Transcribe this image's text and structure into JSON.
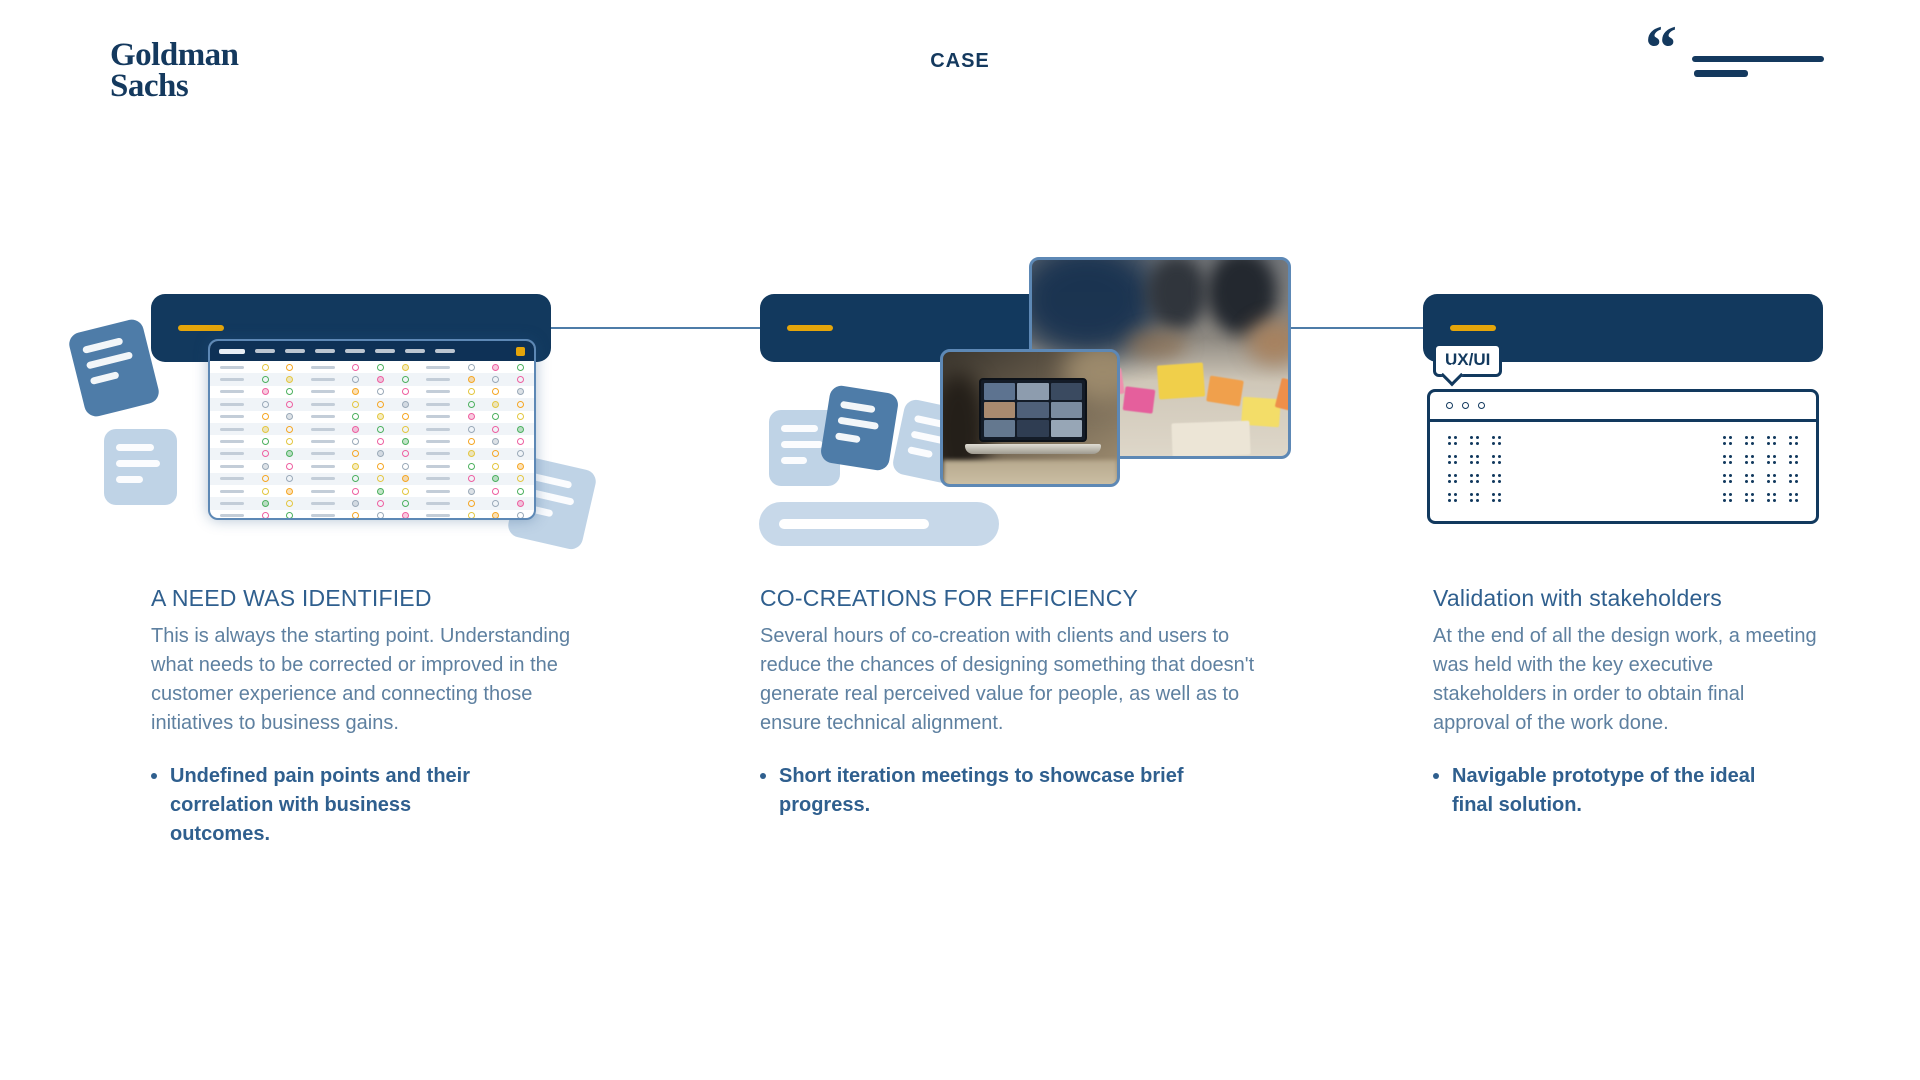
{
  "slide": {
    "title": "CASE"
  },
  "brand": {
    "line1": "Goldman",
    "line2": "Sachs"
  },
  "decor": {
    "quote_glyph": "“",
    "tag_label": "UX/UI"
  },
  "colors": {
    "navy": "#12395E",
    "steel_blue": "#4E7CA8",
    "light_blue": "#C7D8E9",
    "gold": "#E5A50A",
    "heading_blue": "#2F5F8E",
    "body_blue": "#5E80A0"
  },
  "steps": [
    {
      "heading": "A NEED WAS IDENTIFIED",
      "body": "This is always the starting point. Understanding what needs to be corrected or improved in the customer experience and connecting those initiatives to business gains.",
      "bullets": [
        "Undefined pain points and their correlation with business outcomes."
      ]
    },
    {
      "heading": "CO-CREATIONS FOR EFFICIENCY",
      "body": "Several hours of co-creation with clients and users to reduce the chances of designing something that doesn't generate real perceived value for people, as well as to ensure technical alignment.",
      "bullets": [
        "Short iteration meetings to showcase brief progress."
      ]
    },
    {
      "heading": "Validation with stakeholders",
      "body": "At the end of all the design work, a meeting was held with the key executive stakeholders in order to obtain final approval of the work done.",
      "bullets": [
        "Navigable prototype of the ideal final solution."
      ]
    }
  ],
  "spreadsheet": {
    "rows": 13,
    "dot_palette": [
      "#4CB05E",
      "#F5A623",
      "#EE5FA0",
      "#E3C63F",
      "#9AA9B8"
    ]
  },
  "wireframe": {
    "dot_rows": 4,
    "left_clusters": 3,
    "right_clusters": 4
  }
}
